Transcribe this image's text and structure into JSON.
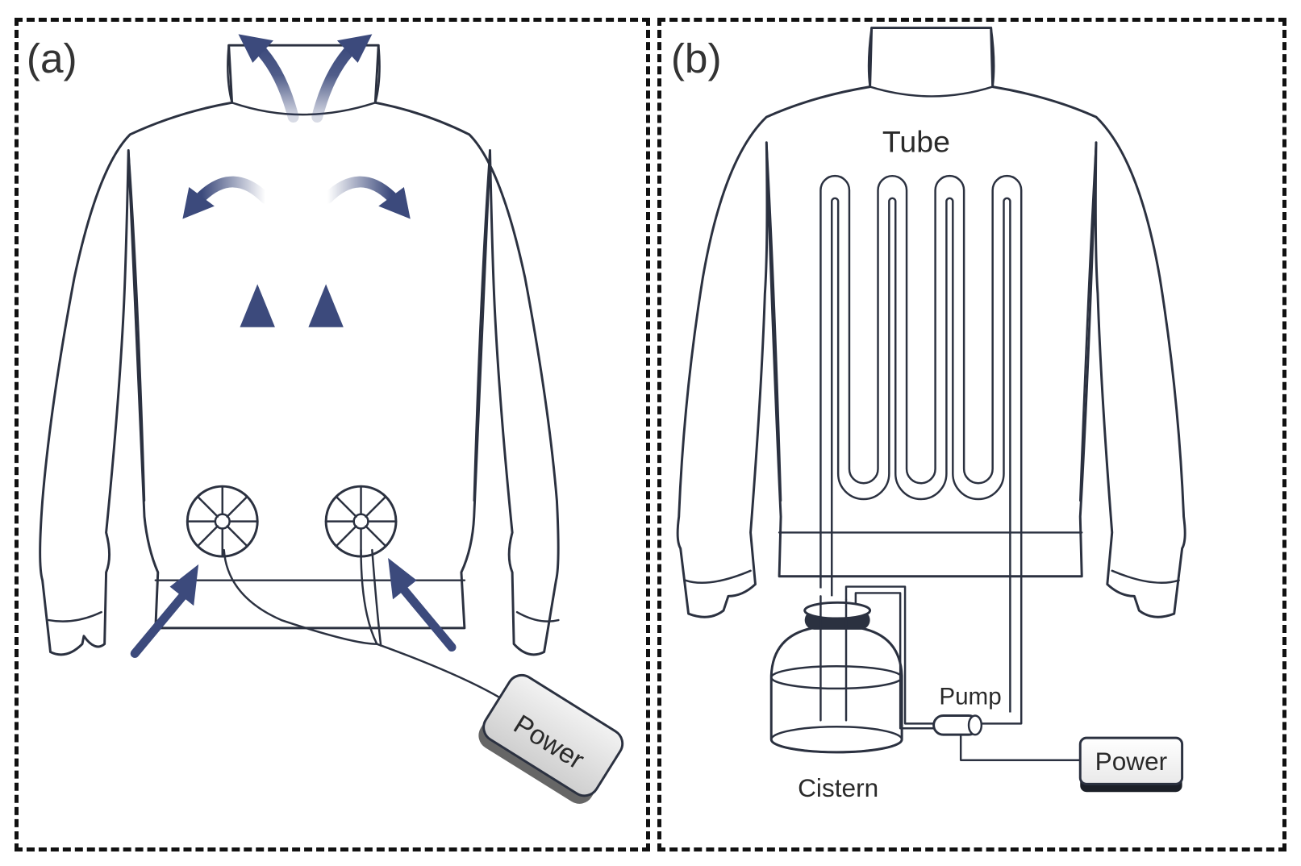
{
  "panels": {
    "a": {
      "label": "(a)",
      "power_label": "Power"
    },
    "b": {
      "label": "(b)",
      "tube_label": "Tube",
      "pump_label": "Pump",
      "power_label": "Power",
      "cistern_label": "Cistern"
    }
  },
  "colors": {
    "shirt_dark": "#4a9fd4",
    "shirt_light": "#e6f2fb",
    "arrow": "#3c4a7c",
    "outline": "#2b3140",
    "border": "#111111"
  }
}
